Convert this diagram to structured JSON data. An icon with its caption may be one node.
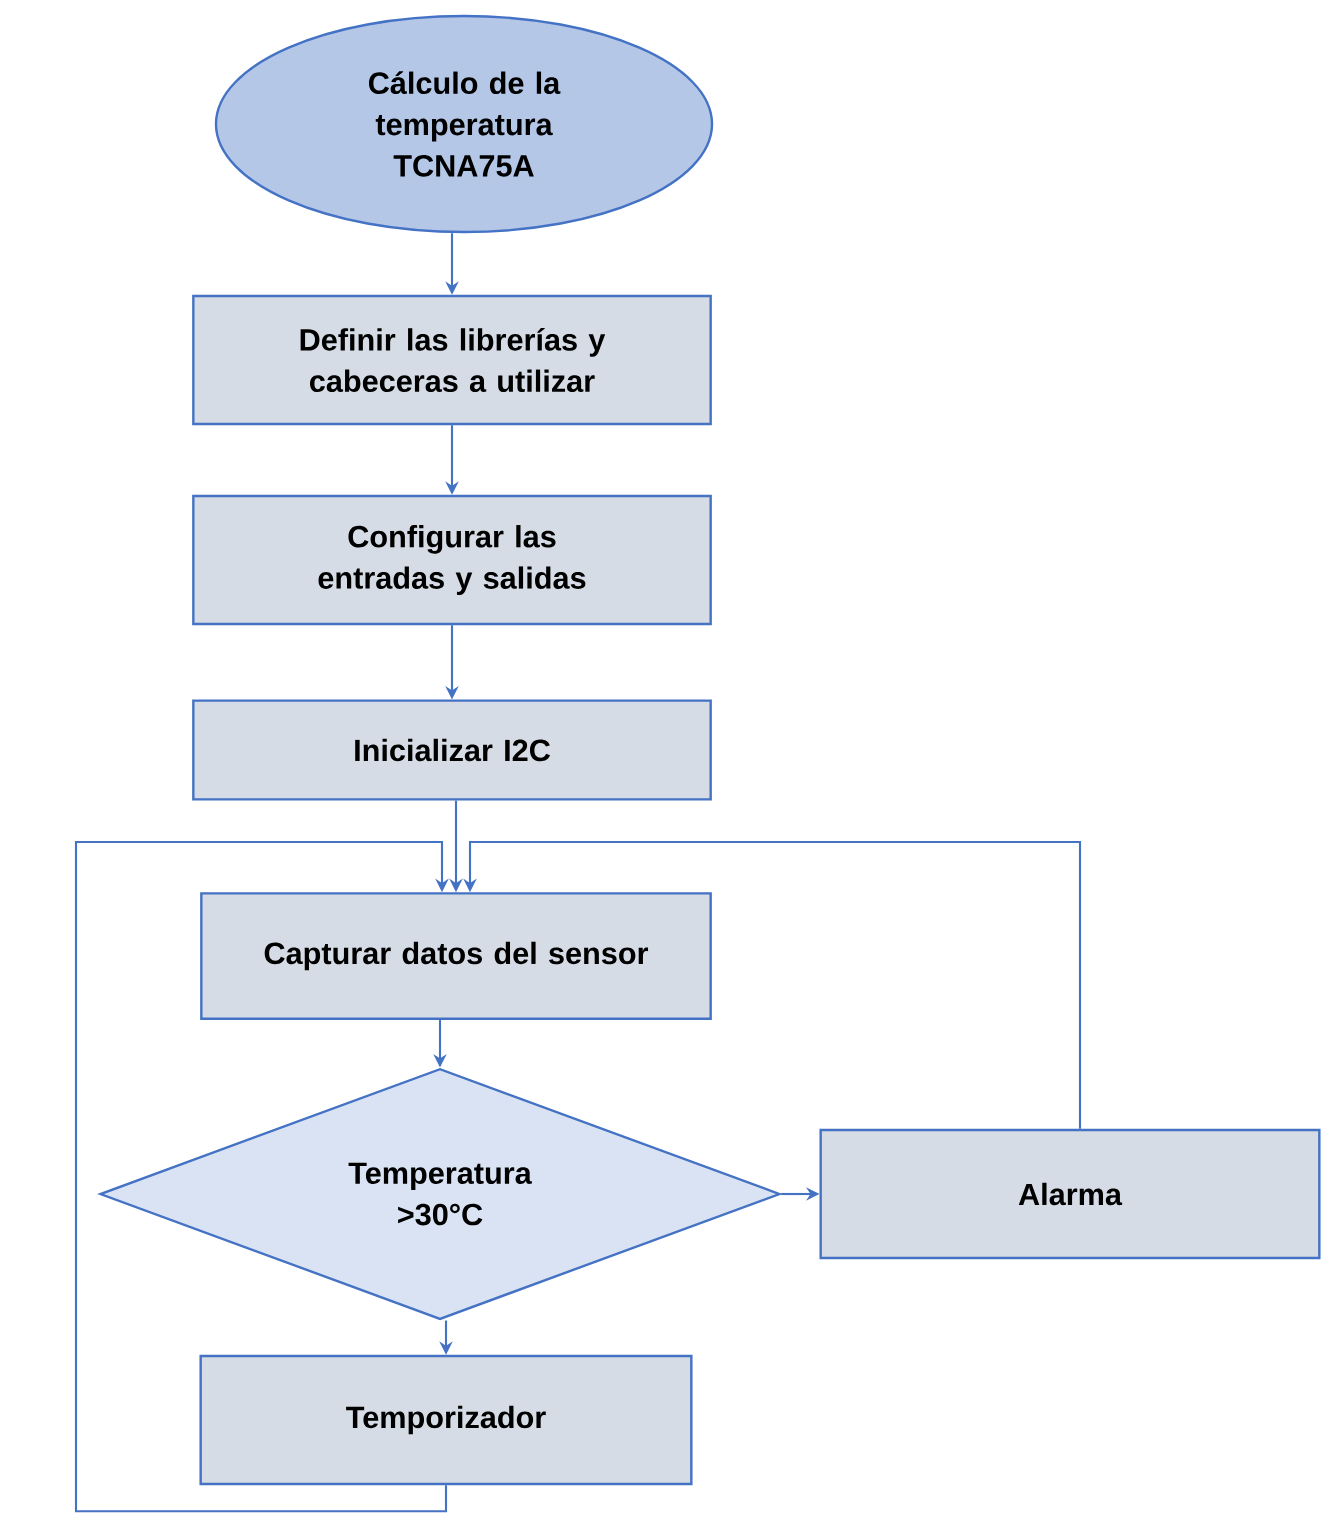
{
  "diagram": {
    "nodes": [
      {
        "text": [
          "Cálculo de la temperatura TCNA75A"
        ]
      },
      {
        "text": [
          "Definir las librerías y cabeceras a utilizar"
        ]
      },
      {
        "text": [
          "Configurar las entradas y salidas"
        ]
      },
      {
        "text": [
          "Inicializar I2C"
        ]
      },
      {
        "text": [
          "Capturar datos del sensor"
        ]
      },
      {
        "text": [
          "Temperatura >30°C"
        ]
      },
      {
        "text": [
          "Alarma"
        ]
      },
      {
        "text": [
          "Temporizador"
        ]
      }
    ],
    "edges": [
      {
        "from": 0,
        "to": 1,
        "arrow": "to"
      },
      {
        "from": 1,
        "to": 2,
        "arrow": "to"
      },
      {
        "from": 2,
        "to": 3,
        "arrow": "to"
      },
      {
        "from": 3,
        "to": 4,
        "arrow": "to"
      },
      {
        "from": 4,
        "to": 5,
        "arrow": "to"
      },
      {
        "from": 5,
        "to": 6,
        "arrow": "to"
      },
      {
        "from": 5,
        "to": 7,
        "arrow": "to"
      },
      {
        "from": 7,
        "to": 4,
        "arrow": "to"
      },
      {
        "from": 6,
        "to": 4,
        "arrow": "to"
      }
    ]
  }
}
